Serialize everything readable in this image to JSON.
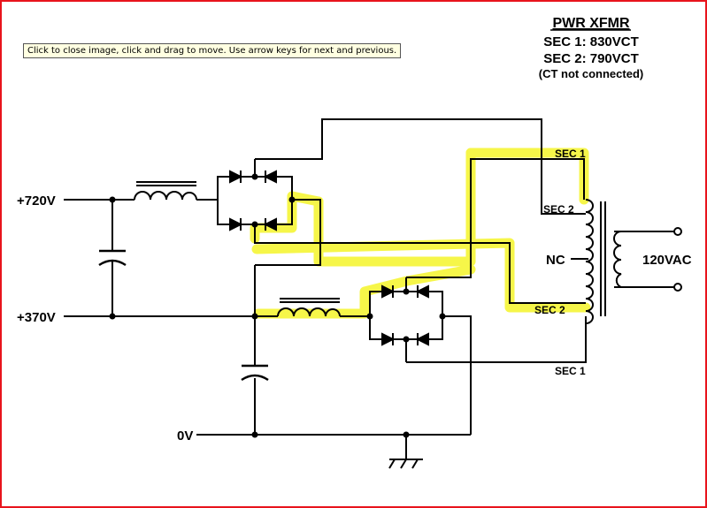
{
  "tooltip": {
    "text": "Click to close image, click and drag to move. Use arrow keys for next and previous."
  },
  "title": {
    "heading": "PWR XFMR",
    "sec1": "SEC 1: 830VCT",
    "sec2": "SEC 2: 790VCT",
    "note": "(CT not connected)"
  },
  "labels": {
    "v720": "+720V",
    "v370": "+370V",
    "v0": "0V",
    "nc": "NC",
    "ac": "120VAC",
    "sec1_top": "SEC 1",
    "sec2_top": "SEC 2",
    "sec2_bottom": "SEC 2",
    "sec1_bottom": "SEC 1"
  },
  "colors": {
    "frame": "#e8141c",
    "highlight": "#f5f52a",
    "wire": "#000000"
  }
}
